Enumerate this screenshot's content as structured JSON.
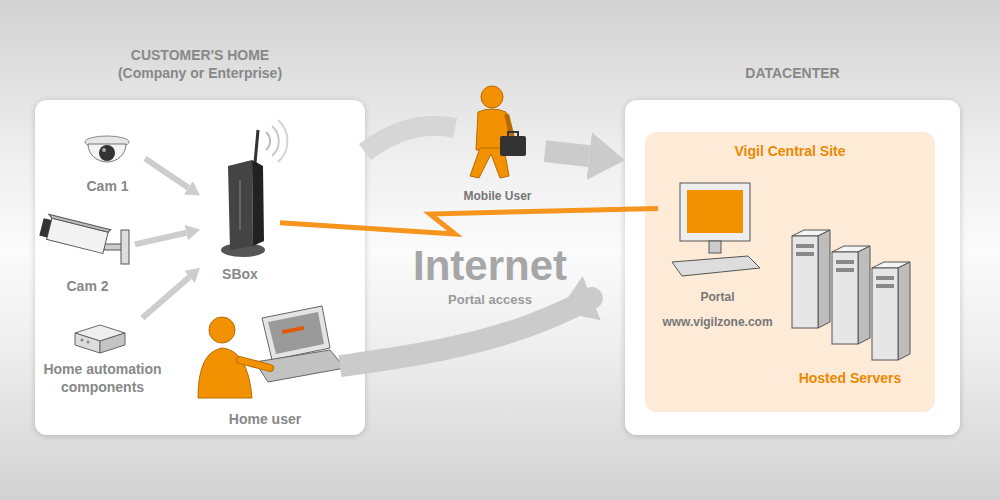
{
  "diagram": {
    "nodes": [
      {
        "text": [
          "CUSTOMER'S HOME (Company or Enterprise)"
        ]
      },
      {
        "text": [
          "Cam 1"
        ],
        "in": 0
      },
      {
        "text": [
          "Cam 2"
        ],
        "in": 0
      },
      {
        "text": [
          "Home automation components"
        ],
        "in": 0
      },
      {
        "text": [
          "SBox"
        ],
        "in": 0
      },
      {
        "text": [
          "Home user"
        ],
        "in": 0
      },
      {
        "text": [
          "Mobile User"
        ]
      },
      {
        "text": [
          "DATACENTER"
        ]
      },
      {
        "text": [
          "Vigil Central Site"
        ],
        "in": 7
      },
      {
        "text": [
          "Portal",
          "www.vigilzone.com"
        ],
        "in": 8
      },
      {
        "text": [
          "Hosted Servers"
        ],
        "in": 8
      }
    ],
    "edges": [
      {
        "from": 1,
        "to": 4,
        "arrow": "to"
      },
      {
        "from": 2,
        "to": 4,
        "arrow": "to"
      },
      {
        "from": 3,
        "to": 4,
        "arrow": "to"
      },
      {
        "from": 4,
        "to": 9,
        "arrow": "none"
      },
      {
        "from": 6,
        "to": 7,
        "arrow": "to"
      },
      {
        "from": 5,
        "to": 7,
        "arrow": "to"
      }
    ],
    "labels": [
      "Internet",
      "Portal access"
    ]
  }
}
